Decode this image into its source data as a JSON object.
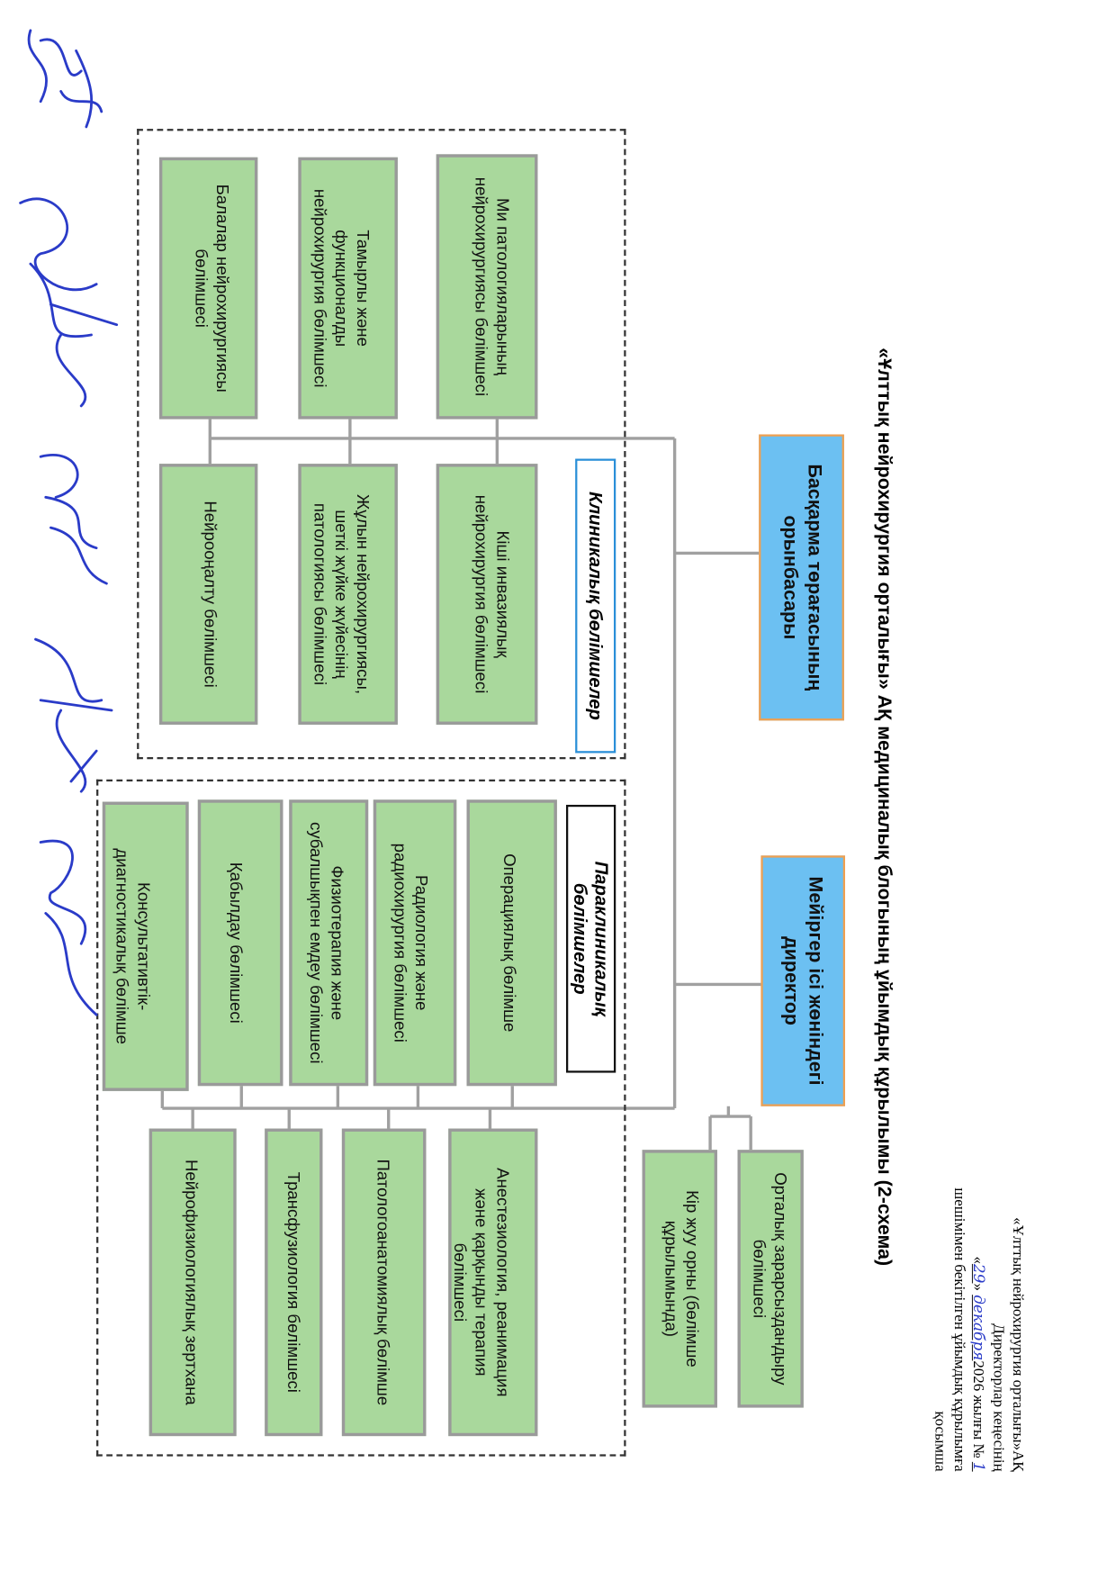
{
  "title": "«Ұлттық нейрохирургия орталығы» АҚ медициналық блогының ұйымдық құрылымы (2-схема)",
  "annotation": {
    "line1": "«Ұлттық нейрохирургия орталығы»АҚ",
    "line2": "Директорлар кеңесінің",
    "open_quote": "«",
    "day": "29",
    "close_quote": "»",
    "month": "декабря",
    "year_text": "2026 жылғы №",
    "number": "1",
    "line4": "шешімімен бекітілген ұйымдық құрылымға",
    "line5": "қосымша"
  },
  "leaders": {
    "deputy": "Басқарма төрағасының орынбасары",
    "nursing_director": "Мейіргер ісі жөніндегі директор"
  },
  "nursing_units": [
    "Орталық зарарсыздандыру бөлімшесі",
    "Кір жуу орны (бөлімше құрылымында)"
  ],
  "clinical": {
    "label": "Клиникалық бөлімшелер",
    "units": [
      "Ми патологияларының нейрохирургиясы бөлімшесі",
      "Тамырлы және функционалды нейрохирургия бөлімшесі",
      "Балалар нейрохирургиясы бөлімшесі",
      "Кіші инвазиялық нейрохирургия бөлімшесі",
      "Жұлын нейрохирургиясы, шеткі жүйке жүйесінің патологиясы бөлімшесі",
      "Нейрооңалту бөлімшесі"
    ]
  },
  "paraclinical": {
    "label": "Параклиникалық бөлімшелер",
    "units": [
      "Операциялық бөлімше",
      "Радиология және радиохирургия бөлімшесі",
      "Физиотерапия және субалшықпен емдеу бөлімшесі",
      "Қабылдау бөлімшесі",
      "Консультативтік-диагностикалық бөлімше",
      "Анестезиология, реанимация және қарқынды терапия бөлімшесі",
      "Патологоанатомиялық бөлімше",
      "Трансфузиология бөлімшесі",
      "Нейрофизиологиялық зертхана"
    ]
  },
  "colors": {
    "box": "#a9d89c",
    "leader": "#6cc0f2",
    "leader_border": "#f0a050",
    "line": "#a0a0a0",
    "ink": "#2a3bc8"
  }
}
